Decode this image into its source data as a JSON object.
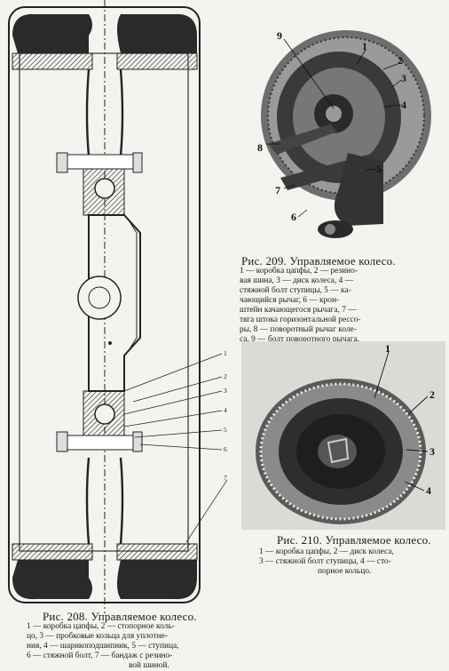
{
  "fig208": {
    "title": "Рис. 208. Управляемое колесо.",
    "lines": [
      "1 — коробка цапфы, 2 — стопорное коль-",
      "цо, 3 — пробковые кольца для уплотне-",
      "ния, 4 — шарикоподшипник, 5 — ступица,",
      "6 — стяжной болт, 7 — бандаж с резино-",
      "вой шиной."
    ],
    "callouts": [
      "1",
      "2",
      "3",
      "4",
      "5",
      "6",
      "7"
    ]
  },
  "fig209": {
    "title": "Рис. 209. Управляемое колесо.",
    "lines": [
      "1 — коробка цапфы, 2 — резино-",
      "вая шина, 3 — диск колеса, 4 —",
      "стяжной болт ступицы, 5 — ка-",
      "чающийся рычаг, 6 — крон-",
      "штейн качающегося рычага, 7 —",
      "тяга штока горизонтальной рессо-",
      "ры, 8 — поворотный рычаг коле-",
      "са, 9 — болт поворотного рычага."
    ],
    "callouts": [
      "9",
      "1",
      "2",
      "3",
      "4",
      "8",
      "5",
      "7",
      "6"
    ]
  },
  "fig210": {
    "title": "Рис. 210. Управляемое колесо.",
    "lines": [
      "1 — коробка цапфы, 2 — диск колеса,",
      "3 — стяжной болт ступицы, 4 — сто-",
      "порное кольцо."
    ],
    "callouts": [
      "1",
      "2",
      "3",
      "4"
    ]
  }
}
